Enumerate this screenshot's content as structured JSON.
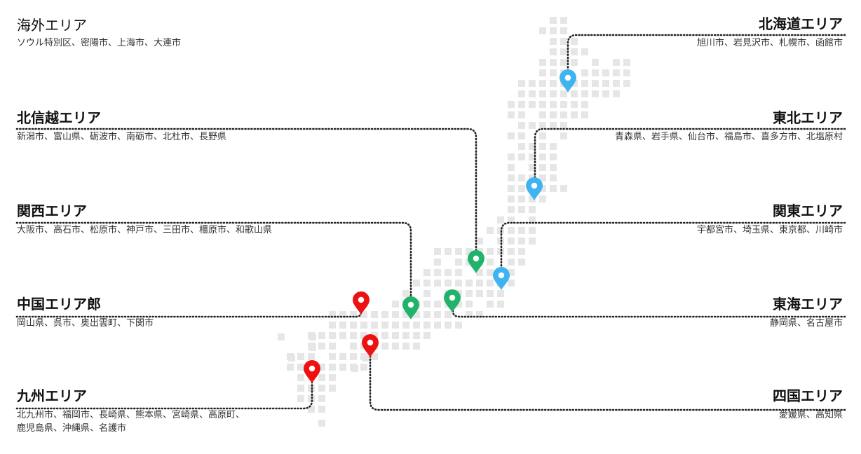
{
  "regions": {
    "overseas": {
      "title": "海外エリア",
      "cities": [
        "ソウル特別区、密陽市、上海市、大連市"
      ]
    },
    "hokushinetsu": {
      "title": "北信越エリア",
      "cities": [
        "新潟市、富山県、砺波市、南砺市、北杜市、長野県"
      ]
    },
    "kansai": {
      "title": "関西エリア",
      "cities": [
        "大阪市、高石市、松原市、神戸市、三田市、橿原市、和歌山県"
      ]
    },
    "chugoku": {
      "title": "中国エリア郎",
      "cities": [
        "岡山県、呉市、奥出雲町、下関市"
      ]
    },
    "kyushu": {
      "title": "九州エリア",
      "cities": [
        "北九州市、福岡市、長崎県、熊本県、宮崎県、高原町、",
        "鹿児島県、沖縄県、名護市"
      ]
    },
    "hokkaido": {
      "title": "北海道エリア",
      "cities": [
        "旭川市、岩見沢市、札幌市、函館市"
      ]
    },
    "tohoku": {
      "title": "東北エリア",
      "cities": [
        "青森県、岩手県、仙台市、福島市、喜多方市、北塩原村"
      ]
    },
    "kanto": {
      "title": "関東エリア",
      "cities": [
        "宇都宮市、埼玉県、東京都、川崎市"
      ]
    },
    "tokai": {
      "title": "東海エリア",
      "cities": [
        "静岡県、名古屋市"
      ]
    },
    "shikoku": {
      "title": "四国エリア",
      "cities": [
        "愛媛県、高知県"
      ]
    }
  },
  "pin_groups": {
    "east": {
      "color": "#3fb4f0",
      "regions": [
        "hokkaido",
        "tohoku",
        "kanto"
      ]
    },
    "central": {
      "color": "#21b36b",
      "regions": [
        "hokushinetsu",
        "kansai",
        "tokai"
      ]
    },
    "west": {
      "color": "#ee1111",
      "regions": [
        "chugoku",
        "shikoku",
        "kyushu"
      ]
    }
  },
  "map": {
    "tile_color": "#e6e6e6",
    "line_color": "#222222",
    "line_style": "dotted",
    "icon": "map-pin-icon"
  }
}
